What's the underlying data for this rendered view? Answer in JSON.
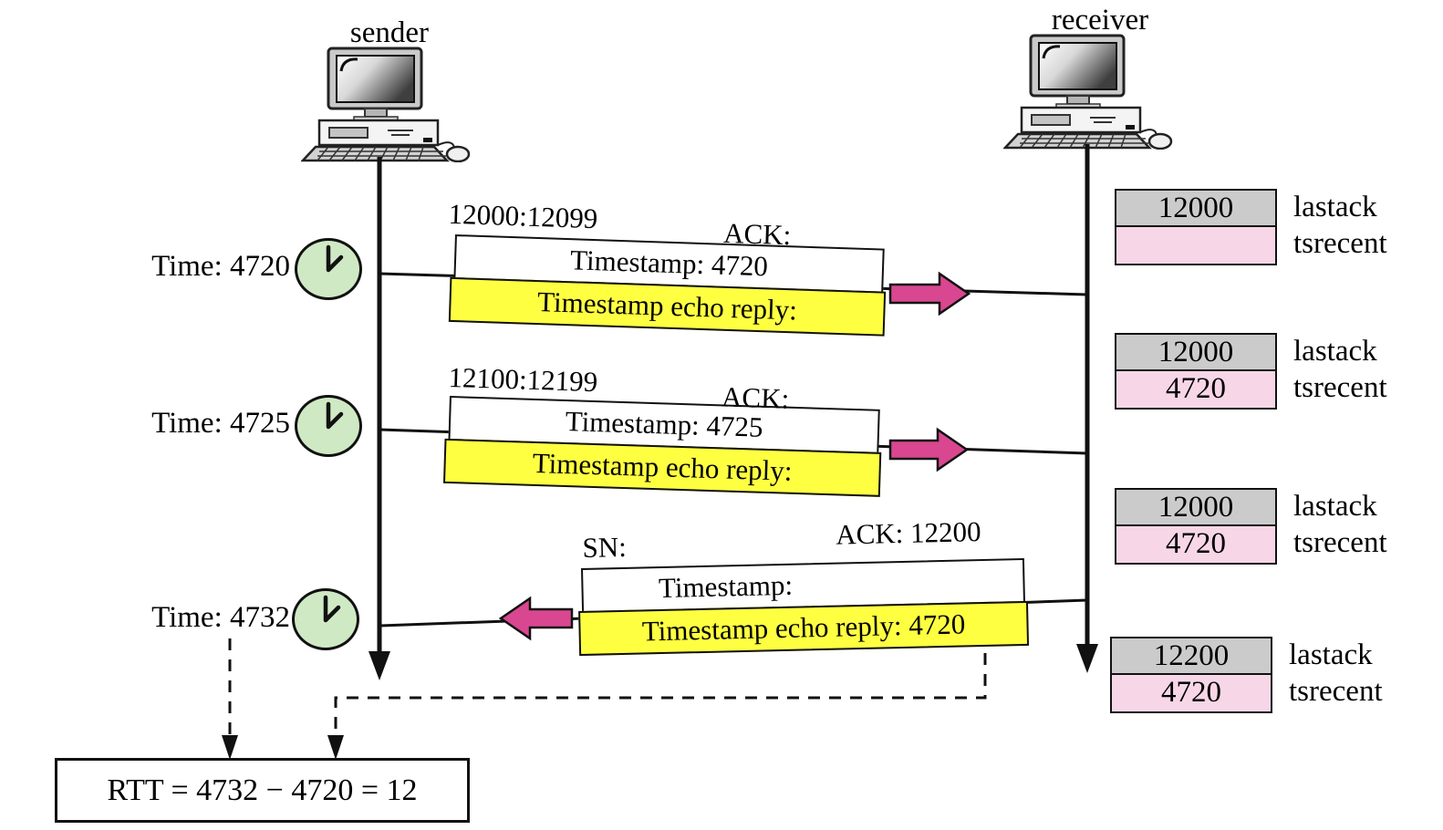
{
  "labels": {
    "sender": "sender",
    "receiver": "receiver"
  },
  "time_events": [
    {
      "label": "Time: 4720"
    },
    {
      "label": "Time: 4725"
    },
    {
      "label": "Time: 4732"
    }
  ],
  "packets": [
    {
      "seq_label": "12000:12099",
      "ack_label": "ACK:",
      "timestamp_row": "Timestamp: 4720",
      "echo_row": "Timestamp echo reply:",
      "direction": "sender-to-receiver"
    },
    {
      "seq_label": "12100:12199",
      "ack_label": "ACK:",
      "timestamp_row": "Timestamp: 4725",
      "echo_row": "Timestamp echo reply:",
      "direction": "sender-to-receiver"
    },
    {
      "seq_label": "SN:",
      "ack_label": "ACK: 12200",
      "timestamp_row": "Timestamp:",
      "echo_row": "Timestamp echo reply: 4720",
      "direction": "receiver-to-sender"
    }
  ],
  "receiver_state": {
    "lastack_label": "lastack",
    "tsrecent_label": "tsrecent",
    "snapshots": [
      {
        "lastack": "12000",
        "tsrecent": ""
      },
      {
        "lastack": "12000",
        "tsrecent": "4720"
      },
      {
        "lastack": "12000",
        "tsrecent": "4720"
      },
      {
        "lastack": "12200",
        "tsrecent": "4720"
      }
    ]
  },
  "rtt": {
    "formula": "RTT = 4732 − 4720 = 12"
  },
  "colors": {
    "packet_yellow": "#FFFF42",
    "arrow_pink": "#D84790",
    "register_gray": "#CBCBCB",
    "register_pink": "#F7D7E7",
    "clock_green": "#CFE9C4"
  }
}
